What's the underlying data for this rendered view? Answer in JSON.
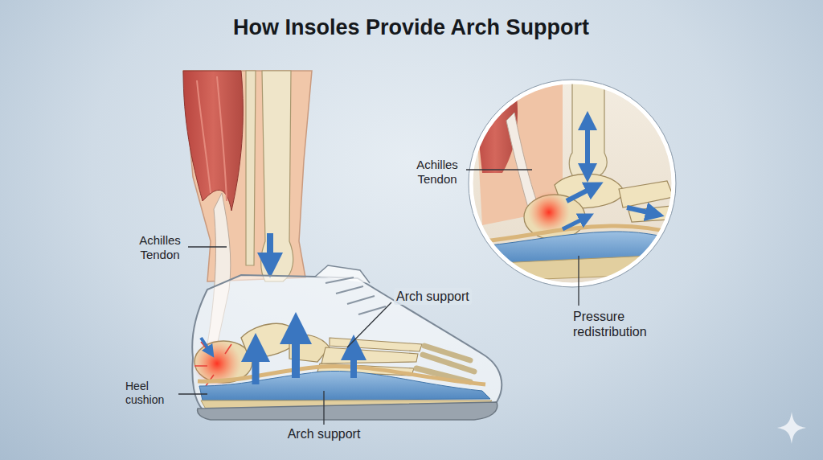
{
  "diagram": {
    "title": "How Insoles Provide Arch Support",
    "labels": [
      "Achilles Tendon",
      "Achilles Tendon",
      "Arch support",
      "Pressure redistribution",
      "Heel cushion",
      "Arch support"
    ]
  }
}
